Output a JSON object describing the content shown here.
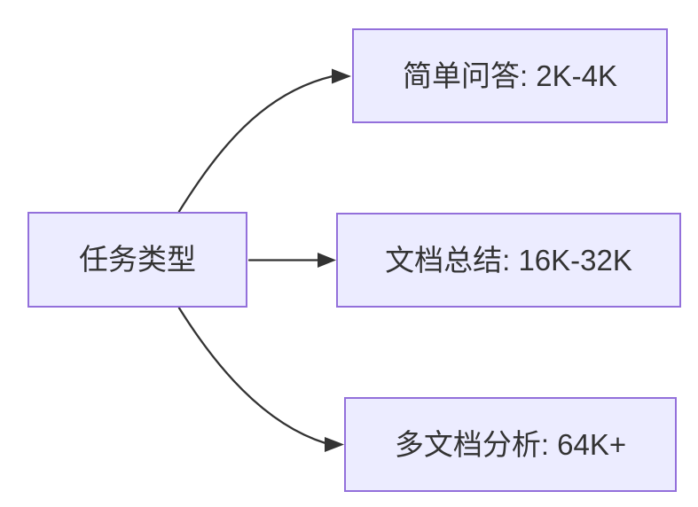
{
  "diagram": {
    "type": "flowchart",
    "direction": "left-to-right",
    "nodes": {
      "root": {
        "id": "root",
        "label": "任务类型"
      },
      "simple_qa": {
        "id": "simple_qa",
        "label": "简单问答: 2K-4K"
      },
      "doc_summary": {
        "id": "doc_summary",
        "label": "文档总结: 16K-32K"
      },
      "multi_doc": {
        "id": "multi_doc",
        "label": "多文档分析: 64K+"
      }
    },
    "edges": [
      {
        "from": "任务类型",
        "to": "简单问答: 2K-4K",
        "arrow": "filled-triangle"
      },
      {
        "from": "任务类型",
        "to": "文档总结: 16K-32K",
        "arrow": "filled-triangle"
      },
      {
        "from": "任务类型",
        "to": "多文档分析: 64K+",
        "arrow": "filled-triangle"
      }
    ],
    "colors": {
      "background": "#FFFFFF",
      "node_fill": "#ECECFF",
      "node_border": "#9370DB",
      "edge": "#333333",
      "text": "#333333"
    }
  }
}
